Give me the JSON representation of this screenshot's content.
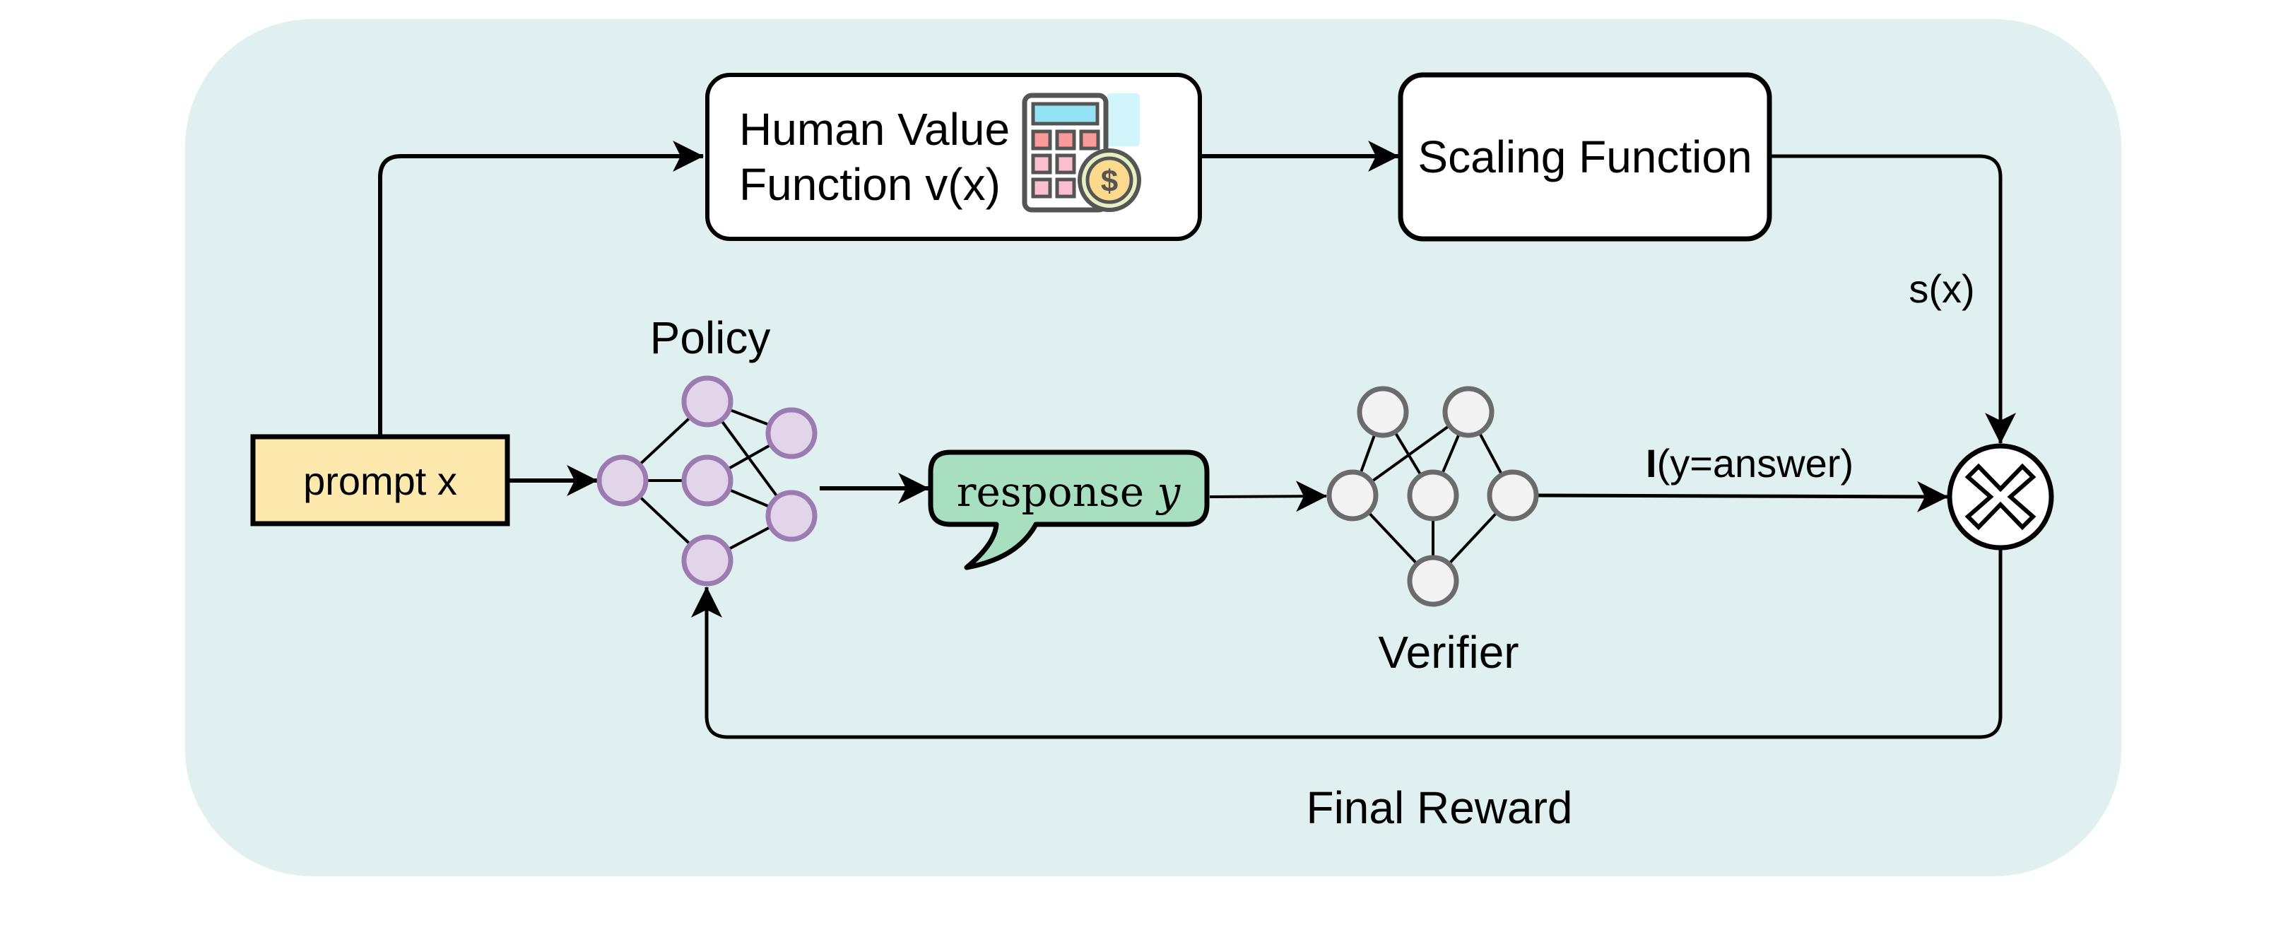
{
  "diagram": {
    "title": "Value-scaled verifiable reward pipeline",
    "colors": {
      "panel_background": "#e0f0f0",
      "box_fill": "#ffffff",
      "prompt_fill": "#fde8ae",
      "response_fill": "#a8dfc1",
      "policy_node_fill": "#e2d5ea",
      "policy_node_stroke": "#9b7bb0",
      "verifier_node_fill": "#f3f3f3",
      "verifier_node_stroke": "#6b6b6b",
      "line": "#000000"
    },
    "nodes": {
      "prompt": {
        "label": "prompt x"
      },
      "human_value": {
        "line1": "Human Value",
        "line2": "Function v(x)",
        "icon": "calculator-coin-icon"
      },
      "scaling": {
        "label": "Scaling Function"
      },
      "policy": {
        "label": "Policy",
        "layers": [
          1,
          3,
          2
        ]
      },
      "response": {
        "label_text": "response ",
        "label_var": "y"
      },
      "verifier": {
        "label": "Verifier",
        "layers": [
          2,
          3,
          1
        ]
      },
      "multiply": {
        "symbol": "multiply-icon"
      }
    },
    "edge_labels": {
      "scaling_out": "s(x)",
      "verifier_out_bold": "I",
      "verifier_out_rest": "(y=answer)",
      "feedback": "Final Reward"
    },
    "edges": [
      {
        "from": "prompt",
        "to": "human_value"
      },
      {
        "from": "human_value",
        "to": "scaling"
      },
      {
        "from": "scaling",
        "to": "multiply",
        "label": "s(x)"
      },
      {
        "from": "prompt",
        "to": "policy"
      },
      {
        "from": "policy",
        "to": "response"
      },
      {
        "from": "response",
        "to": "verifier"
      },
      {
        "from": "verifier",
        "to": "multiply",
        "label": "I(y=answer)"
      },
      {
        "from": "multiply",
        "to": "policy",
        "label": "Final Reward"
      }
    ]
  }
}
